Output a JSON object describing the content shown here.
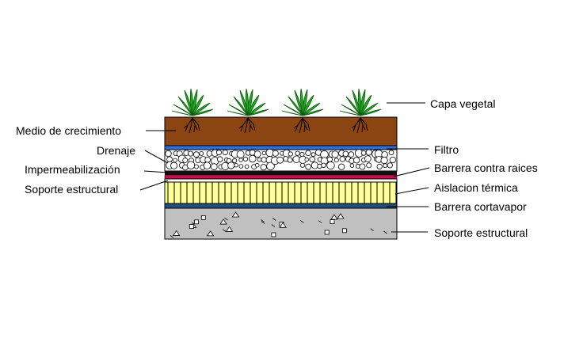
{
  "labels_left": {
    "medio": "Medio de crecimiento",
    "drenaje": "Drenaje",
    "impermeabilizacion": "Impermeabilización",
    "soporte": "Soporte estructural"
  },
  "labels_right": {
    "capa_vegetal": "Capa vegetal",
    "filtro": "Filtro",
    "barrera_raices": "Barrera contra raices",
    "aislacion": "Aislacion térmica",
    "barrera_cortavapor": "Barrera cortavapor",
    "soporte": "Soporte estructural"
  },
  "colors": {
    "soil": "#8B4513",
    "filter": "#2E6FE0",
    "drainage_bg": "#FFFFFF",
    "root_barrier": "#C8104A",
    "waterproofing": "#111111",
    "insulation": "#FFFF99",
    "vapor_barrier": "#1F4E79",
    "concrete": "#C0C0C0",
    "plant": "#22AA22"
  },
  "plant_count": 4
}
